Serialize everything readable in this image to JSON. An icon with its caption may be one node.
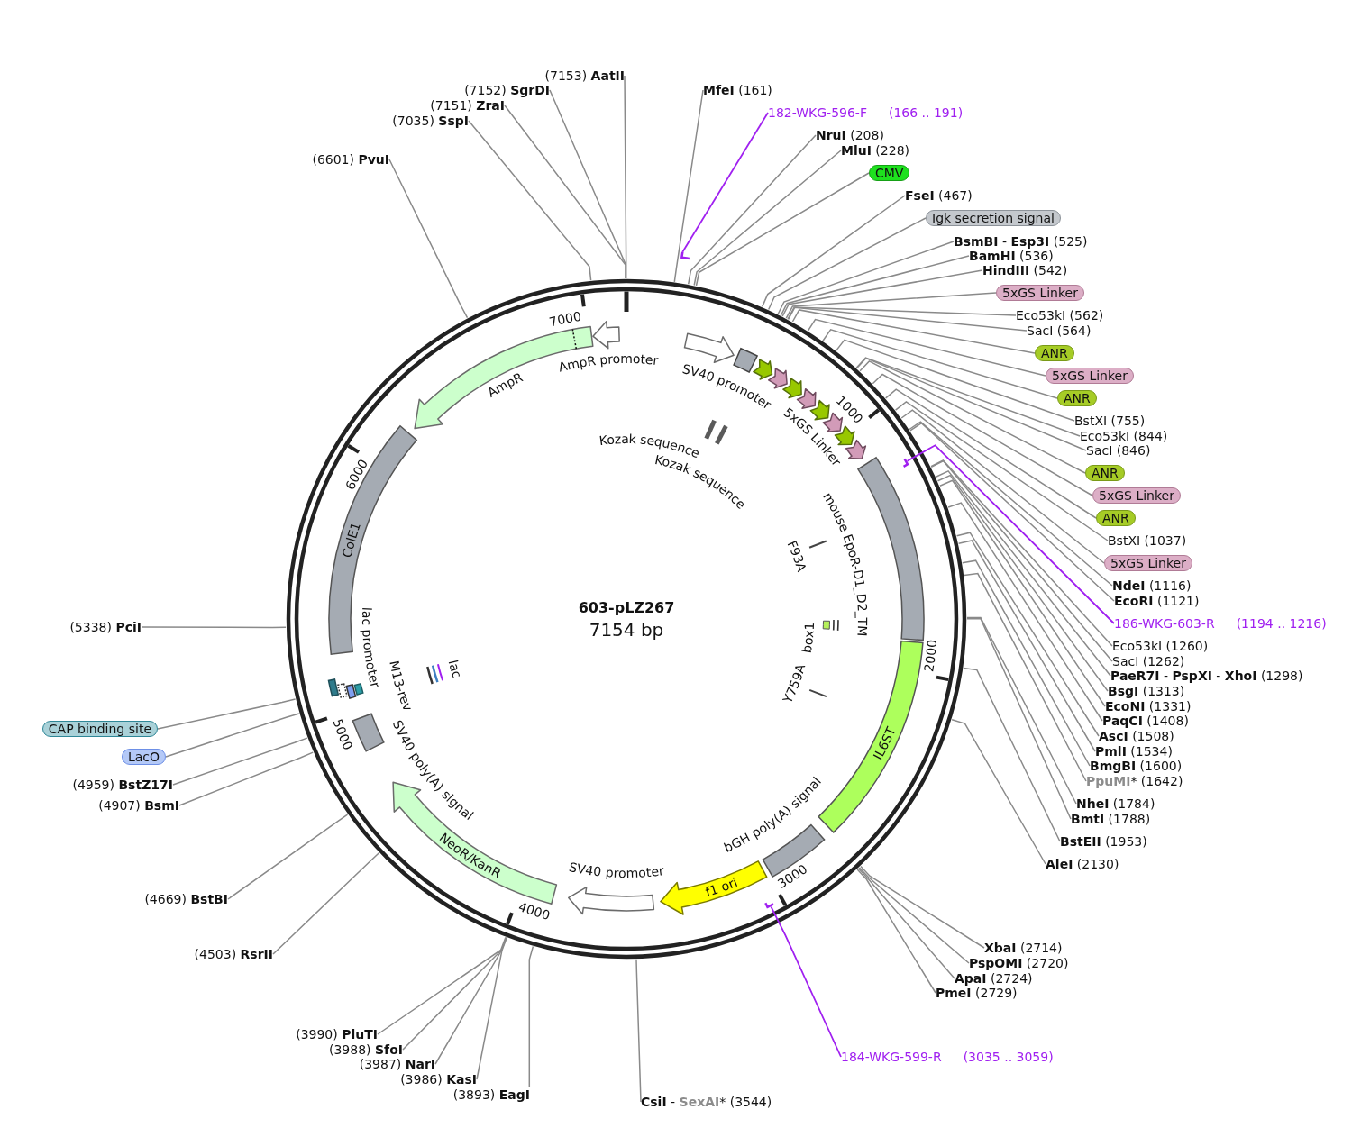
{
  "diagram": {
    "title": "603-pLZ267",
    "nodes": [
      {
        "text": [
          "**MfeI** (161)"
        ]
      },
      {
        "text": [
          "182-WKG-596-F",
          "(166 .. 191)"
        ]
      },
      {
        "text": [],
        "shape": "bar"
      },
      {
        "text": [
          "**NruI** (208)"
        ]
      },
      {
        "text": [
          "**MluI** (228)"
        ]
      },
      {
        "text": [
          "CMV"
        ]
      },
      {
        "text": [
          "**FseI** (467)"
        ]
      },
      {
        "text": [
          "Igk secretion signal"
        ]
      },
      {
        "text": [
          "**BsmBI** - **Esp3I** (525)"
        ]
      },
      {
        "text": [
          "**BamHI** (536)"
        ]
      },
      {
        "text": [
          "**HindIII** (542)"
        ]
      },
      {
        "text": [
          "5xGS Linker"
        ]
      },
      {
        "text": [
          "Eco53kI (562)"
        ]
      },
      {
        "text": [
          "SacI (564)"
        ]
      },
      {
        "text": [
          "ANR"
        ]
      },
      {
        "text": [
          "5xGS Linker"
        ]
      },
      {
        "text": [
          "ANR"
        ]
      },
      {
        "text": [
          "BstXI (755)"
        ]
      },
      {
        "text": [
          "Eco53kI (844)"
        ]
      },
      {
        "text": [
          "SacI (846)"
        ]
      },
      {
        "text": [
          "ANR"
        ]
      },
      {
        "text": [
          "5xGS Linker"
        ]
      },
      {
        "text": [
          "ANR"
        ]
      },
      {
        "text": [
          "BstXI (1037)"
        ]
      },
      {
        "text": [
          "5xGS Linker"
        ]
      },
      {
        "text": [
          "**NdeI** (1116)"
        ]
      },
      {
        "text": [
          "**EcoRI** (1121)"
        ]
      },
      {
        "text": [
          "186-WKG-603-R",
          "(1194 .. 1216)"
        ]
      },
      {
        "text": [],
        "shape": "bar"
      },
      {
        "text": [
          "Eco53kI (1260)"
        ]
      },
      {
        "text": [
          "SacI (1262)"
        ]
      },
      {
        "text": [
          "**PaeR7I** - **PspXI** - **XhoI** (1298)"
        ]
      },
      {
        "text": [
          "**BsgI** (1313)"
        ]
      },
      {
        "text": [
          "**EcoNI** (1331)"
        ]
      },
      {
        "text": [
          "**PaqCI** (1408)"
        ]
      },
      {
        "text": [
          "**AscI** (1508)"
        ]
      },
      {
        "text": [
          "**PmlI** (1534)"
        ]
      },
      {
        "text": [
          "**BmgBI** (1600)"
        ]
      },
      {
        "text": [
          "**PpuMI*** (1642)"
        ]
      },
      {
        "text": [
          "**NheI** (1784)"
        ]
      },
      {
        "text": [
          "**BmtI** (1788)"
        ]
      },
      {
        "text": [
          "**BstEII** (1953)"
        ]
      },
      {
        "text": [
          "**AleI** (2130)"
        ]
      },
      {
        "text": [
          "**XbaI** (2714)"
        ]
      },
      {
        "text": [
          "**PspOMI** (2720)"
        ]
      },
      {
        "text": [
          "**ApaI** (2724)"
        ]
      },
      {
        "text": [
          "**PmeI** (2729)"
        ]
      },
      {
        "text": [
          "184-WKG-599-R",
          "(3035 .. 3059)"
        ]
      },
      {
        "text": [],
        "shape": "bar"
      },
      {
        "text": [
          "**CsiI** - **SexAI*** (3544)"
        ]
      },
      {
        "text": [
          "(3893) **EagI**"
        ]
      },
      {
        "text": [
          "(3986) **KasI**"
        ]
      },
      {
        "text": [
          "(3987) **NarI**"
        ]
      },
      {
        "text": [
          "(3988) **SfoI**"
        ]
      },
      {
        "text": [
          "(3990) **PluTI**"
        ]
      },
      {
        "text": [
          "(4503) **RsrII**"
        ]
      },
      {
        "text": [
          "(4669) **BstBI**"
        ]
      },
      {
        "text": [
          "(4907) **BsmI**"
        ]
      },
      {
        "text": [
          "(4959) **BstZ17I**"
        ]
      },
      {
        "text": [
          "LacO"
        ]
      },
      {
        "text": [
          "CAP binding site"
        ]
      },
      {
        "text": [
          "(5338) **PciI**"
        ]
      },
      {
        "text": [
          "(6601) **PvuI**"
        ]
      },
      {
        "text": [
          "(7035) **SspI**"
        ]
      },
      {
        "text": [
          "(7151) **ZraI**"
        ]
      },
      {
        "text": [
          "(7152) **SgrDI**"
        ]
      },
      {
        "text": [
          "(7153) **AatII**"
        ]
      },
      {
        "text": [],
        "shape": "arrow",
        "beside": [
          "SV40 promoter"
        ]
      },
      {
        "text": [],
        "shape": "box"
      },
      {
        "text": [],
        "shape": "arrow"
      },
      {
        "text": [],
        "shape": "arrow"
      },
      {
        "text": [],
        "shape": "arrow"
      },
      {
        "text": [],
        "shape": "arrow"
      },
      {
        "text": [],
        "shape": "arrow"
      },
      {
        "text": [],
        "shape": "arrow"
      },
      {
        "text": [],
        "shape": "arrow"
      },
      {
        "text": [],
        "shape": "arrow"
      },
      {
        "text": [],
        "shape": "bar",
        "beside": [
          "Kozak sequence"
        ]
      },
      {
        "text": [],
        "shape": "bar",
        "beside": [
          "Kozak sequence"
        ]
      },
      {
        "text": [],
        "shape": "bar",
        "beside": [
          "mouse EpoR-D1_D2_TM"
        ]
      },
      {
        "text": [],
        "shape": "bar",
        "beside": [
          "F93A"
        ]
      },
      {
        "text": [],
        "shape": "box",
        "beside": [
          "box1"
        ]
      },
      {
        "text": [],
        "shape": "bar",
        "beside": [
          "Y759A"
        ]
      },
      {
        "text": [
          "IL6ST"
        ]
      },
      {
        "text": [],
        "shape": "box",
        "beside": [
          "bGH poly(A) signal"
        ]
      },
      {
        "text": [
          "f1 ori"
        ]
      },
      {
        "text": [],
        "shape": "arrow"
      },
      {
        "text": [
          "NeoR/KanR"
        ]
      },
      {
        "text": [],
        "shape": "box"
      },
      {
        "text": [],
        "shape": "bar"
      },
      {
        "text": [],
        "shape": "bar"
      },
      {
        "text": [],
        "shape": "bar"
      },
      {
        "text": [],
        "shape": "bar"
      },
      {
        "text": [],
        "shape": "bar",
        "beside": [
          "lac"
        ]
      },
      {
        "text": [
          "ColE1"
        ]
      },
      {
        "text": [],
        "shape": "arrow",
        "beside": [
          "AmpR"
        ]
      },
      {
        "text": [],
        "shape": "arrow",
        "beside": [
          "AmpR promoter"
        ]
      }
    ],
    "edges": [
      {
        "from": 0,
        "to": null,
        "arrow": "none"
      },
      {
        "from": 1,
        "to": 2,
        "arrow": "none",
        "color": "#a020f0"
      },
      {
        "from": 3,
        "to": null,
        "arrow": "none"
      },
      {
        "from": 4,
        "to": null,
        "arrow": "none"
      },
      {
        "from": 5,
        "to": null,
        "arrow": "none"
      },
      {
        "from": 6,
        "to": null,
        "arrow": "none"
      },
      {
        "from": 7,
        "to": null,
        "arrow": "none"
      },
      {
        "from": 8,
        "to": null,
        "arrow": "none"
      },
      {
        "from": 9,
        "to": null,
        "arrow": "none"
      },
      {
        "from": 10,
        "to": null,
        "arrow": "none"
      },
      {
        "from": 11,
        "to": null,
        "arrow": "none"
      },
      {
        "from": 12,
        "to": null,
        "arrow": "none"
      },
      {
        "from": 13,
        "to": null,
        "arrow": "none"
      },
      {
        "from": 14,
        "to": null,
        "arrow": "none"
      },
      {
        "from": 15,
        "to": null,
        "arrow": "none"
      },
      {
        "from": 16,
        "to": null,
        "arrow": "none"
      },
      {
        "from": 17,
        "to": null,
        "arrow": "none"
      },
      {
        "from": 18,
        "to": null,
        "arrow": "none"
      },
      {
        "from": 19,
        "to": null,
        "arrow": "none"
      },
      {
        "from": 20,
        "to": null,
        "arrow": "none"
      },
      {
        "from": 21,
        "to": null,
        "arrow": "none"
      },
      {
        "from": 22,
        "to": null,
        "arrow": "none"
      },
      {
        "from": 23,
        "to": null,
        "arrow": "none"
      },
      {
        "from": 24,
        "to": null,
        "arrow": "none"
      },
      {
        "from": 25,
        "to": null,
        "arrow": "none"
      },
      {
        "from": 26,
        "to": null,
        "arrow": "none"
      },
      {
        "from": 27,
        "to": 28,
        "arrow": "none",
        "color": "#a020f0"
      },
      {
        "from": 29,
        "to": null,
        "arrow": "none"
      },
      {
        "from": 30,
        "to": null,
        "arrow": "none"
      },
      {
        "from": 31,
        "to": null,
        "arrow": "none"
      },
      {
        "from": 32,
        "to": null,
        "arrow": "none"
      },
      {
        "from": 33,
        "to": null,
        "arrow": "none"
      },
      {
        "from": 34,
        "to": null,
        "arrow": "none"
      },
      {
        "from": 35,
        "to": null,
        "arrow": "none"
      },
      {
        "from": 36,
        "to": null,
        "arrow": "none"
      },
      {
        "from": 37,
        "to": null,
        "arrow": "none"
      },
      {
        "from": 38,
        "to": null,
        "arrow": "none"
      },
      {
        "from": 39,
        "to": null,
        "arrow": "none"
      },
      {
        "from": 40,
        "to": null,
        "arrow": "none"
      },
      {
        "from": 41,
        "to": null,
        "arrow": "none"
      },
      {
        "from": 42,
        "to": null,
        "arrow": "none"
      },
      {
        "from": 43,
        "to": null,
        "arrow": "none"
      },
      {
        "from": 44,
        "to": null,
        "arrow": "none"
      },
      {
        "from": 45,
        "to": null,
        "arrow": "none"
      },
      {
        "from": 46,
        "to": null,
        "arrow": "none"
      },
      {
        "from": 47,
        "to": 48,
        "arrow": "none",
        "color": "#a020f0"
      },
      {
        "from": 49,
        "to": null,
        "arrow": "none"
      },
      {
        "from": 50,
        "to": null,
        "arrow": "none"
      },
      {
        "from": 51,
        "to": null,
        "arrow": "none"
      },
      {
        "from": 52,
        "to": null,
        "arrow": "none"
      },
      {
        "from": 53,
        "to": null,
        "arrow": "none"
      },
      {
        "from": 54,
        "to": null,
        "arrow": "none"
      },
      {
        "from": 55,
        "to": null,
        "arrow": "none"
      },
      {
        "from": 56,
        "to": null,
        "arrow": "none"
      },
      {
        "from": 57,
        "to": null,
        "arrow": "none"
      },
      {
        "from": 58,
        "to": null,
        "arrow": "none"
      },
      {
        "from": 59,
        "to": null,
        "arrow": "none"
      },
      {
        "from": 60,
        "to": null,
        "arrow": "none"
      },
      {
        "from": 61,
        "to": null,
        "arrow": "none"
      },
      {
        "from": 62,
        "to": null,
        "arrow": "none"
      },
      {
        "from": 63,
        "to": null,
        "arrow": "none"
      },
      {
        "from": 64,
        "to": null,
        "arrow": "none"
      },
      {
        "from": 65,
        "to": null,
        "arrow": "none"
      },
      {
        "from": 66,
        "to": null,
        "arrow": "none"
      }
    ],
    "labels": [
      "7000",
      "1000",
      "5xGS Linker",
      "6000",
      "7154 bp",
      "lac promoter",
      "2000",
      "M13-rev",
      "5000",
      "SV40 poly(A) signal",
      "SV40 promoter",
      "3000",
      "4000"
    ]
  }
}
